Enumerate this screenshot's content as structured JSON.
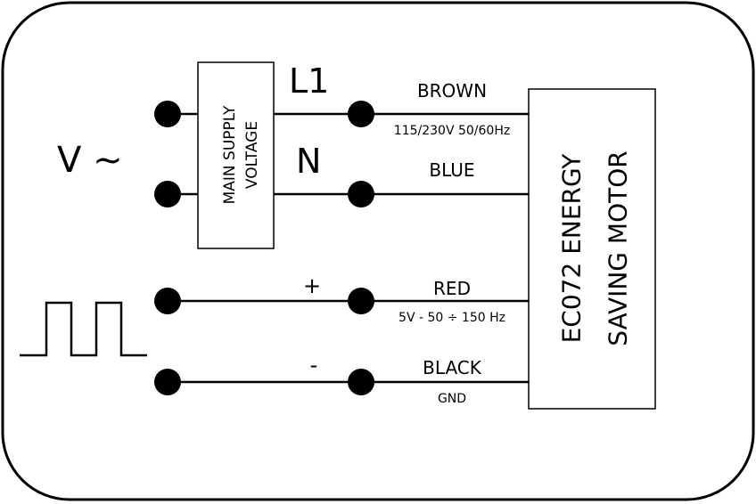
{
  "supply": {
    "symbol": "V ~",
    "box_line1": "MAIN SUPPLY",
    "box_line2": "VOLTAGE",
    "l1_label": "L1",
    "n_label": "N"
  },
  "signal": {
    "plus_label": "+",
    "minus_label": "-"
  },
  "wires": {
    "brown": {
      "name": "BROWN",
      "spec": "115/230V 50/60Hz"
    },
    "blue": {
      "name": "BLUE"
    },
    "red": {
      "name": "RED",
      "spec": "5V - 50 ÷ 150 Hz"
    },
    "black": {
      "name": "BLACK",
      "spec": "GND"
    }
  },
  "motor": {
    "line1": "EC072 ENERGY",
    "line2": "SAVING MOTOR"
  }
}
